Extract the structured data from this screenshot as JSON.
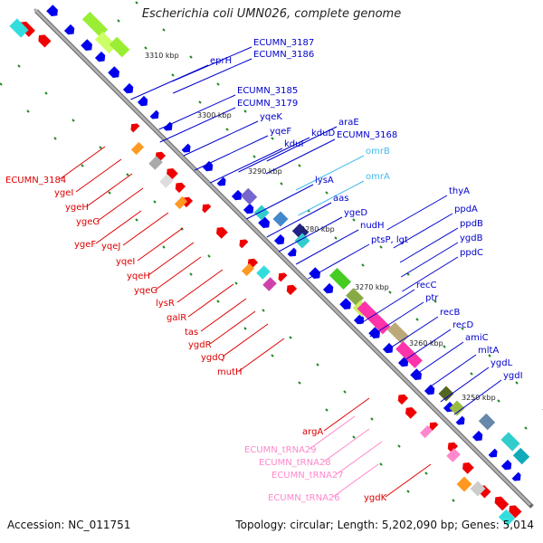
{
  "header": {
    "title": "Escherichia coli UMN026, complete genome"
  },
  "footer": {
    "accession": "Accession: NC_011751",
    "topology": "Topology: circular; Length: 5,202,090 bp; Genes: 5,014"
  },
  "colors": {
    "forward": "#0000ee",
    "reverse": "#ee0000",
    "rna": "#33ccff",
    "trna": "#ff88cc",
    "backbone": "#888888",
    "tick": "#228822"
  },
  "kbp_marks": [
    "3310 kbp",
    "3300 kbp",
    "3290 kbp",
    "3280 kbp",
    "3270 kbp",
    "3260 kbp",
    "3250 kbp"
  ],
  "upper_labels": [
    "ECUMN_3187",
    "ECUMN_3186",
    "eprH",
    "ECUMN_3185",
    "ECUMN_3179",
    "yqeK",
    "yqeF",
    "kduI",
    "kduD",
    "araE",
    "ECUMN_3168",
    "omrB",
    "lysA",
    "omrA",
    "aas",
    "ygeD",
    "nudH",
    "ptsP, lgt",
    "thyA",
    "ppdA",
    "ppdB",
    "ygdB",
    "ppdC",
    "recC",
    "ptr",
    "recB",
    "recD",
    "amiC",
    "mltA",
    "ygdL",
    "ygdI"
  ],
  "lower_labels": [
    "ECUMN_3184",
    "ygeI",
    "ygeH",
    "ygeG",
    "ygeF",
    "yqeJ",
    "yqeI",
    "yqeH",
    "yqeG",
    "lysR",
    "galR",
    "tas",
    "ygdR",
    "ygdQ",
    "mutH",
    "argA",
    "ECUMN_tRNA29",
    "ECUMN_tRNA28",
    "ECUMN_tRNA27",
    "ECUMN_tRNA26",
    "ygdK"
  ]
}
